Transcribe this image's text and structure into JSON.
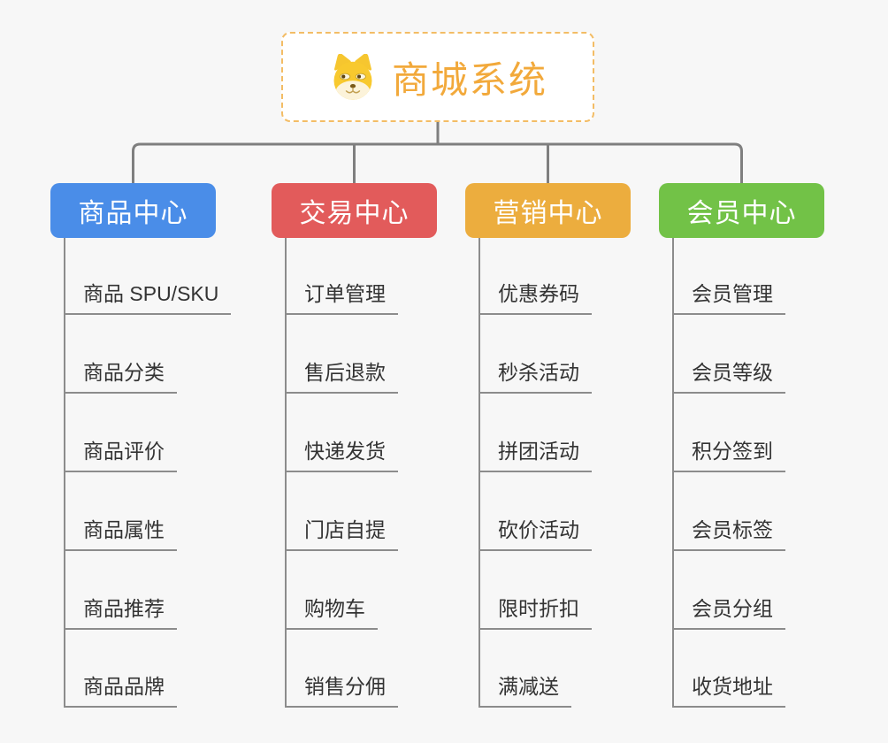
{
  "root": {
    "title": "商城系统",
    "icon": "dog-face-icon"
  },
  "branches": [
    {
      "label": "商品中心",
      "color": "#4a8de8",
      "children": [
        "商品 SPU/SKU",
        "商品分类",
        "商品评价",
        "商品属性",
        "商品推荐",
        "商品品牌"
      ]
    },
    {
      "label": "交易中心",
      "color": "#e25b5b",
      "children": [
        "订单管理",
        "售后退款",
        "快递发货",
        "门店自提",
        "购物车",
        "销售分佣"
      ]
    },
    {
      "label": "营销中心",
      "color": "#ecad3e",
      "children": [
        "优惠券码",
        "秒杀活动",
        "拼团活动",
        "砍价活动",
        "限时折扣",
        "满减送"
      ]
    },
    {
      "label": "会员中心",
      "color": "#72c247",
      "children": [
        "会员管理",
        "会员等级",
        "积分签到",
        "会员标签",
        "会员分组",
        "收货地址"
      ]
    }
  ],
  "colors": {
    "background": "#f7f7f7",
    "connector_line": "#7f7f7f",
    "child_line": "#8c8c8c",
    "child_text": "#333333",
    "root_text": "#f2a93b",
    "root_border": "#f3bd66"
  }
}
